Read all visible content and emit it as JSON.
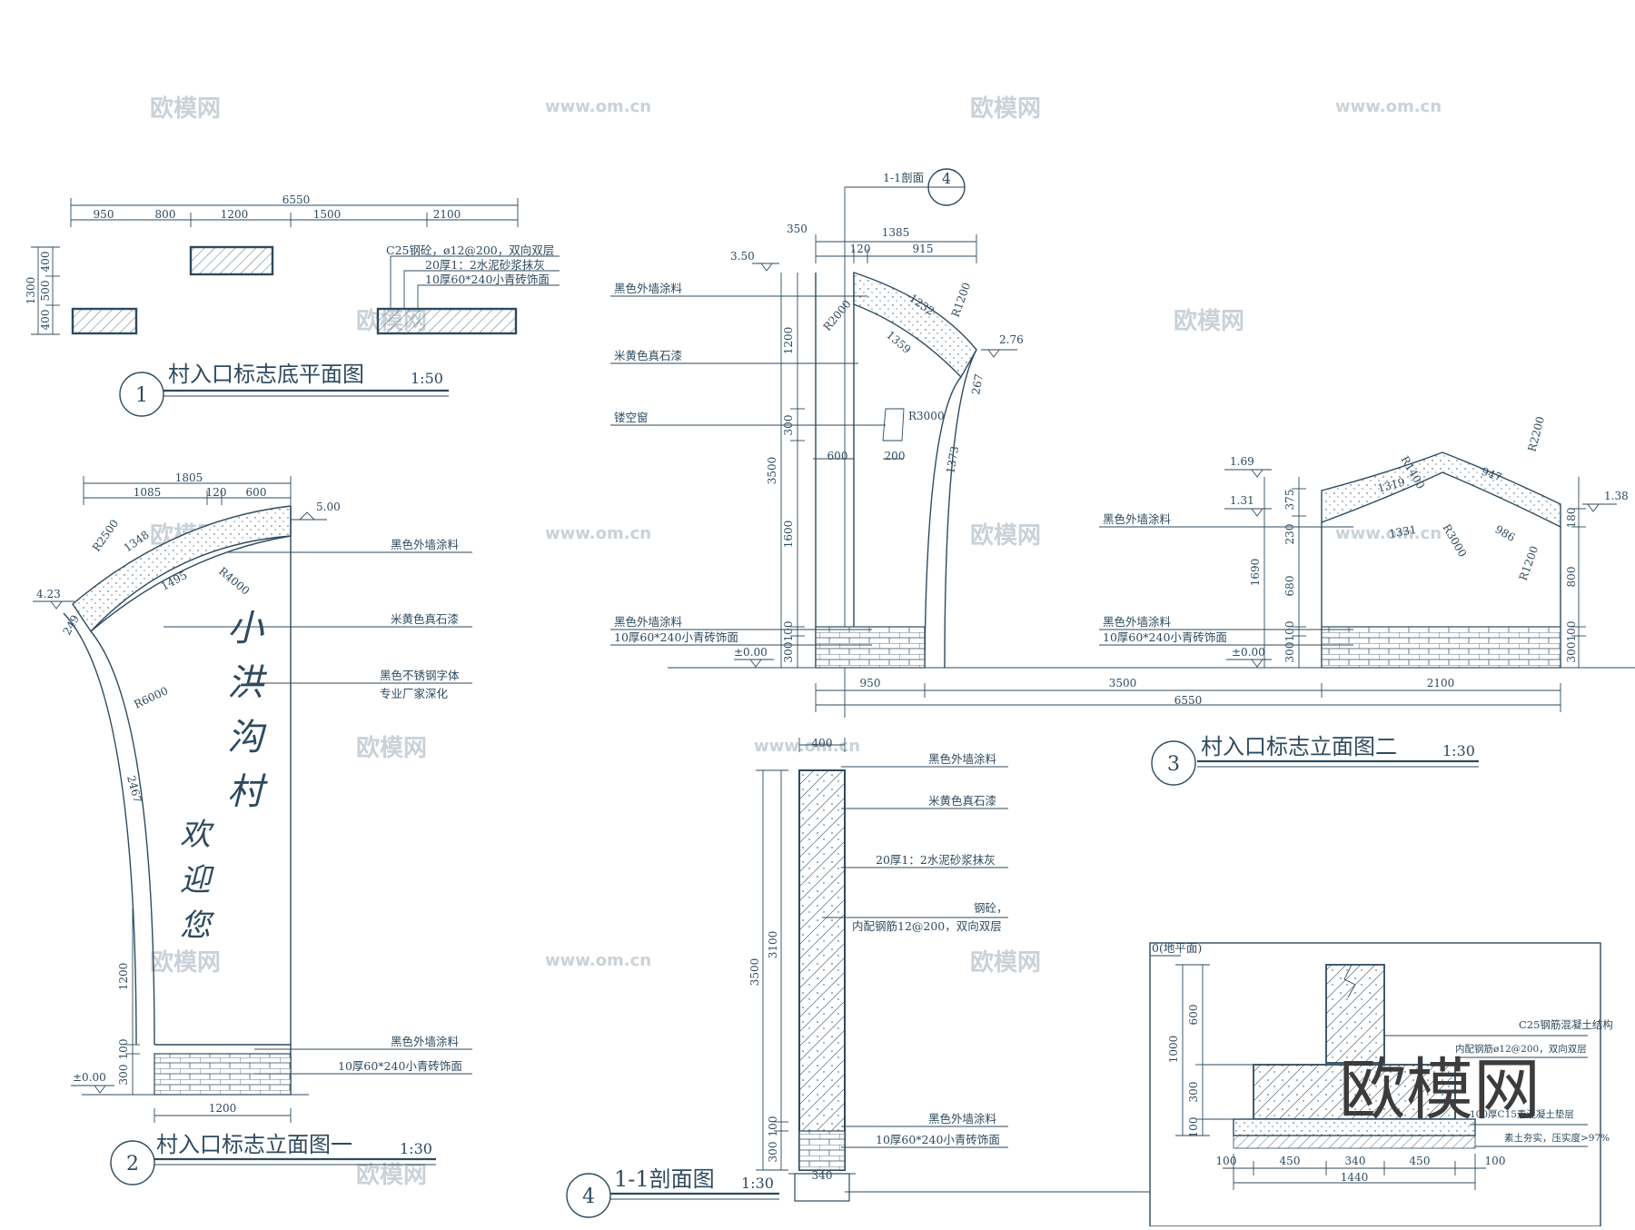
{
  "watermarks": {
    "logo": "欧模网",
    "url": "www.om.cn",
    "big_logo": "欧模网"
  },
  "drawing1": {
    "number": "1",
    "title": "村入口标志底平面图",
    "scale": "1:50",
    "dims_top": [
      "950",
      "800",
      "1200",
      "1500",
      "2100"
    ],
    "dim_total": "6550",
    "dims_left": [
      "400",
      "500",
      "400"
    ],
    "dim_left_total": "1300",
    "notes": [
      "C25钢砼，ø12@200，双向双层",
      "20厚1：2水泥砂浆抹灰",
      "10厚60*240小青砖饰面"
    ]
  },
  "drawing2": {
    "number": "2",
    "title": "村入口标志立面图一",
    "scale": "1:30",
    "dims_top": [
      "1085",
      "120",
      "600"
    ],
    "dim_total": "1805",
    "dim_bottom": "1200",
    "levels": [
      "5.00",
      "4.23",
      "±0.00"
    ],
    "arc_labels": [
      "R2500",
      "1348",
      "1495",
      "R4000",
      "249",
      "R6000",
      "2467"
    ],
    "dims_left": [
      "1200",
      "100",
      "300"
    ],
    "notes": [
      "黑色外墙涂料",
      "米黄色真石漆",
      "黑色不锈钢字体",
      "专业厂家深化",
      "黑色外墙涂料",
      "10厚60*240小青砖饰面"
    ],
    "sign_text": [
      "小",
      "洪",
      "沟",
      "村"
    ],
    "welcome_text": [
      "欢",
      "迎",
      "您"
    ]
  },
  "drawing3": {
    "number": "3",
    "title": "村入口标志立面图二",
    "scale": "1:30",
    "section_mark": "1-1剖面",
    "section_num": "4",
    "dims_top": [
      "350",
      "1385",
      "120",
      "915"
    ],
    "levels": [
      "3.50",
      "2.76",
      "±0.00",
      "1.69",
      "1.31",
      "±0.00",
      "1.38"
    ],
    "arc_labels": [
      "R2000",
      "1232",
      "R1200",
      "1359",
      "267",
      "R3000",
      "1373",
      "R1400",
      "1319",
      "947",
      "R2200",
      "1331",
      "R3000",
      "986",
      "R1200"
    ],
    "window_dims": [
      "600",
      "200"
    ],
    "dims_left": [
      "1200",
      "300",
      "3500",
      "1600",
      "100",
      "300"
    ],
    "dims_left_b": [
      "375",
      "230",
      "1690",
      "680",
      "100",
      "300"
    ],
    "dims_right_b": [
      "180",
      "800",
      "100",
      "300"
    ],
    "dims_bottom": [
      "950",
      "3500",
      "2100"
    ],
    "dim_bottom_total": "6550",
    "notes_left": [
      "黑色外墙涂料",
      "米黄色真石漆",
      "镂空窗",
      "黑色外墙涂料",
      "10厚60*240小青砖饰面"
    ],
    "notes_right": [
      "黑色外墙涂料",
      "黑色外墙涂料",
      "10厚60*240小青砖饰面"
    ]
  },
  "drawing4": {
    "number": "4",
    "title": "1-1剖面图",
    "scale": "1:30",
    "dim_width": "400",
    "dim_base": "340",
    "dims_left": [
      "3500",
      "3100",
      "100",
      "300"
    ],
    "notes": [
      "黑色外墙涂料",
      "米黄色真石漆",
      "20厚1：2水泥砂浆抹灰",
      "钢砼，",
      "内配钢筋12@200，双向双层",
      "黑色外墙涂料",
      "10厚60*240小青砖饰面"
    ]
  },
  "foundation": {
    "corner_label": "0(地平面)",
    "dims_left": [
      "1000",
      "600",
      "300",
      "100"
    ],
    "dims_bottom": [
      "100",
      "450",
      "340",
      "450",
      "100"
    ],
    "dim_bottom_total": "1440",
    "notes": [
      "C25钢筋混凝土结构",
      "内配钢筋ø12@200，双向双层",
      "100厚C15素混凝土垫层",
      "素土夯实，压实度>97%"
    ]
  }
}
